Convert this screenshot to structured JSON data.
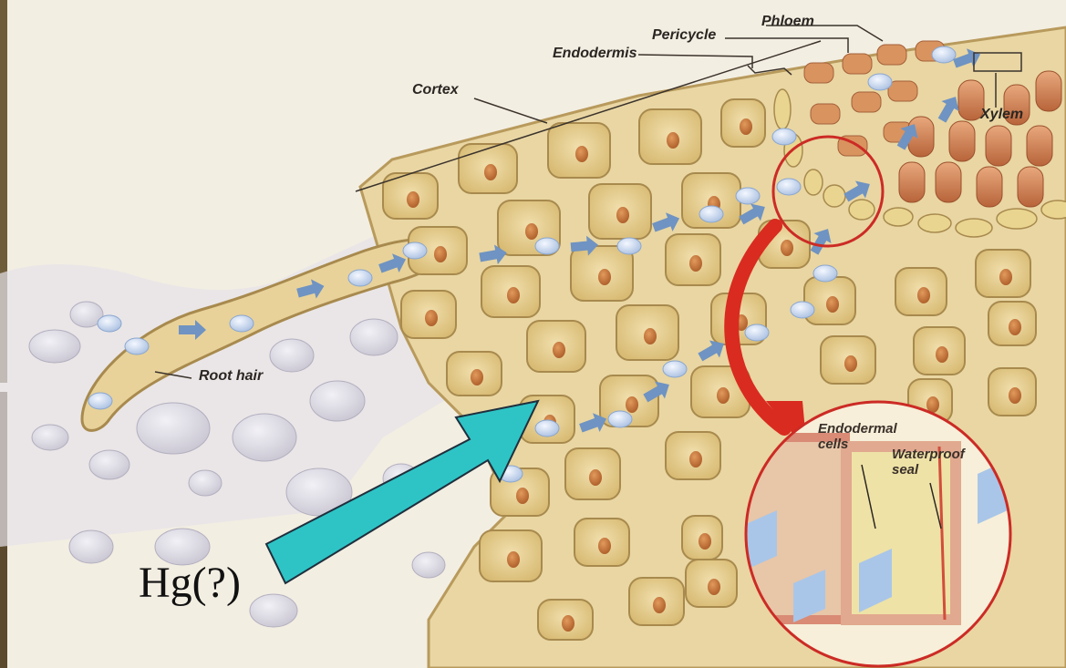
{
  "labels": {
    "phloem": "Phloem",
    "pericycle": "Pericycle",
    "endodermis": "Endodermis",
    "cortex": "Cortex",
    "xylem": "Xylem",
    "root_hair": "Root hair",
    "endodermal_cells": "Endodermal\ncells",
    "waterproof_seal": "Waterproof\nseal"
  },
  "annotation": "Hg(?)",
  "colors": {
    "cell_fill": "#e7cf93",
    "cell_stroke": "#a88a4e",
    "nucleus": "#c4753c",
    "water_drop": "#b8cce6",
    "flow_arrow": "#6f93c2",
    "highlight_ring": "#cc2b25",
    "teal_arrow": "#2ec4c6",
    "background": "#f3eee2"
  }
}
